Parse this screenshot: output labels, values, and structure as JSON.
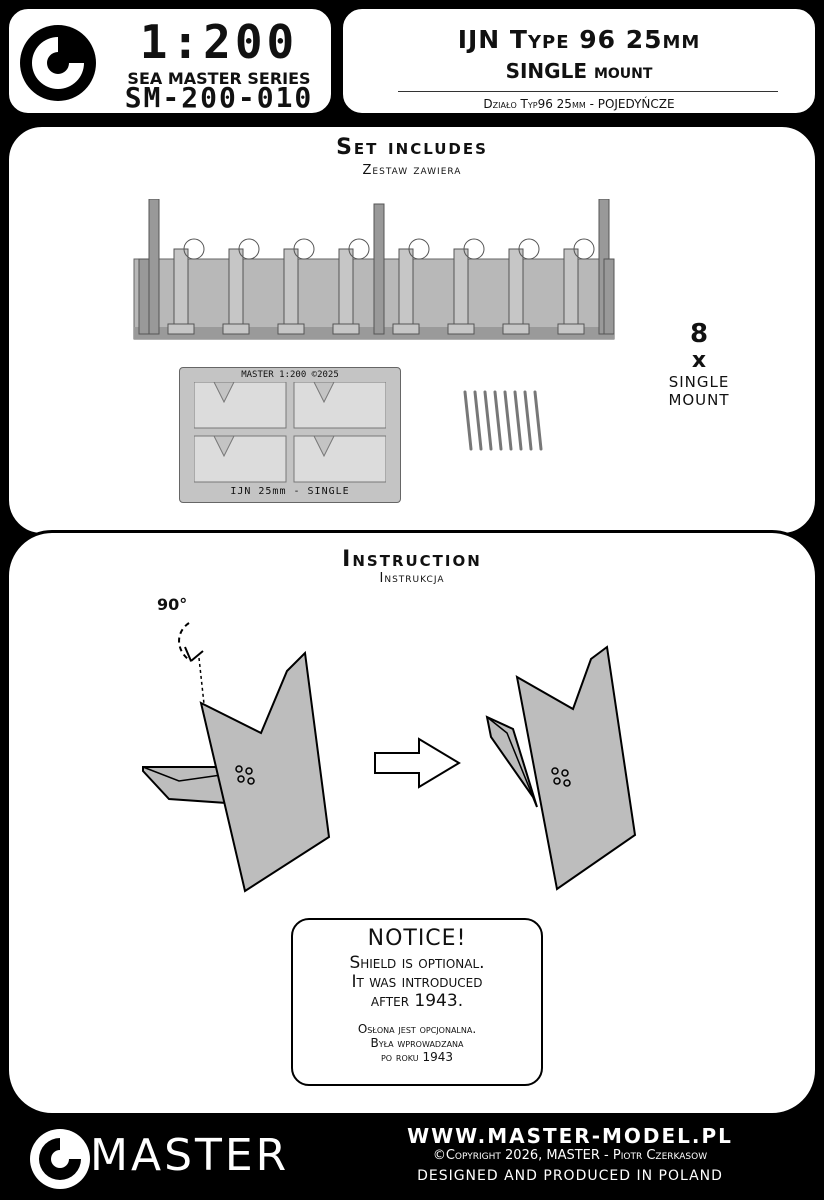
{
  "header": {
    "scale": "1:200",
    "series": "SEA MASTER SERIES",
    "code": "SM-200-010",
    "title_line1": "IJN Type 96 25mm",
    "title_line2": "SINGLE mount",
    "title_pl": "Działo Typ96 25mm - POJEDYŃCZE"
  },
  "set_section": {
    "heading": "Set includes",
    "subheading": "Zestaw zawiera",
    "count": "8",
    "times": "x",
    "item_line1": "SINGLE",
    "item_line2": "MOUNT",
    "pe_fret_top_text": "MASTER 1:200 ©2025",
    "pe_fret_bottom_text": "IJN 25mm - SINGLE"
  },
  "instruction_section": {
    "heading": "Instruction",
    "subheading": "Instrukcja",
    "angle": "90°"
  },
  "notice": {
    "title": "NOTICE!",
    "line1": "Shield is optional.",
    "line2": "It was introduced",
    "line3": "after 1943.",
    "pl_line1": "Osłona jest opcjonalna.",
    "pl_line2": "Była wprowadzana",
    "pl_line3": "po roku 1943"
  },
  "footer": {
    "brand": "MASTER",
    "url": "WWW.MASTER-MODEL.PL",
    "copyright": "©Copyright 2026, MASTER - Piotr Czerkasow",
    "made": "DESIGNED AND PRODUCED IN POLAND"
  }
}
